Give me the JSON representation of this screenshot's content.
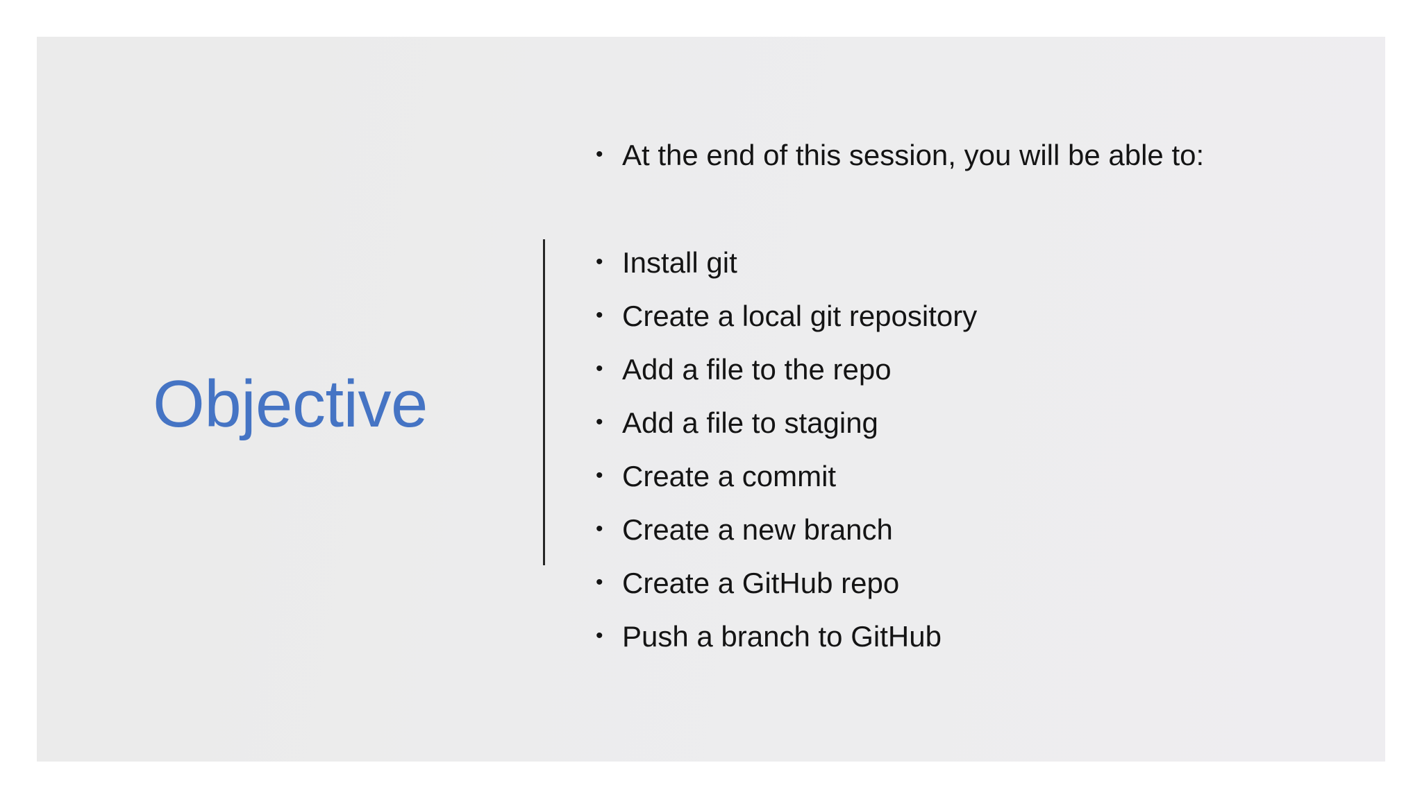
{
  "slide": {
    "title": "Objective",
    "title_color": "#4574c4",
    "panel_color": "#ebebeb",
    "text_color": "#141414",
    "divider_color": "#262626",
    "bullet_glyph": "•"
  },
  "body": {
    "intro_bullet": "At the end of this session, you will be able to:",
    "items": [
      "Install git",
      "Create a local git repository",
      "Add a file to the repo",
      "Add a file to staging",
      "Create a commit",
      "Create a new branch",
      "Create a GitHub repo",
      "Push a branch to GitHub"
    ]
  }
}
